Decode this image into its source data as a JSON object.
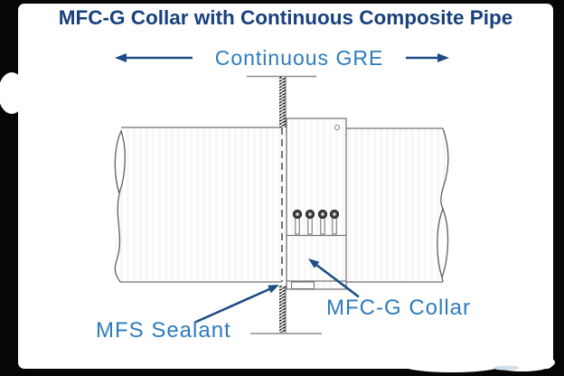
{
  "figure": {
    "title": "MFC-G Collar with Continuous Composite Pipe",
    "labels": {
      "pipe": "Continuous GRE",
      "sealant": "MFS Sealant",
      "collar": "MFC-G Collar"
    },
    "colors": {
      "title_text": "#17407d",
      "label_text": "#2e7cbd",
      "arrows": "#1d4b85",
      "drawing_lines": "#707070",
      "hatch": "#161616",
      "surface": "#ffffff",
      "frame": "#060606"
    }
  }
}
